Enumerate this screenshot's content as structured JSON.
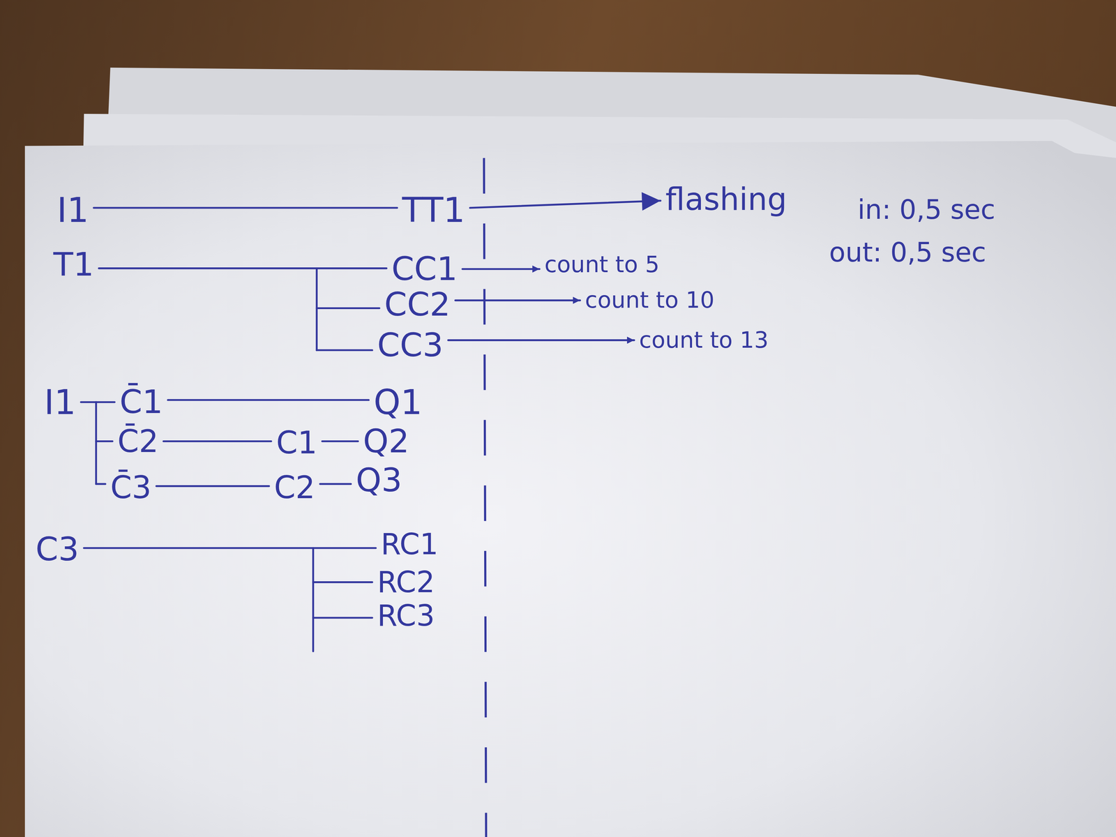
{
  "diagram": {
    "labels": [
      "I1",
      "TT1",
      "flashing",
      "in: 0,5 sec",
      "out: 0,5 sec",
      "T1",
      "CC1",
      "count to 5",
      "CC2",
      "count to 10",
      "CC3",
      "count to 13",
      "I1",
      "C̄1",
      "Q1",
      "C̄2",
      "C1",
      "Q2",
      "C̄3",
      "C2",
      "Q3",
      "C3",
      "RC1",
      "RC2",
      "RC3"
    ]
  }
}
